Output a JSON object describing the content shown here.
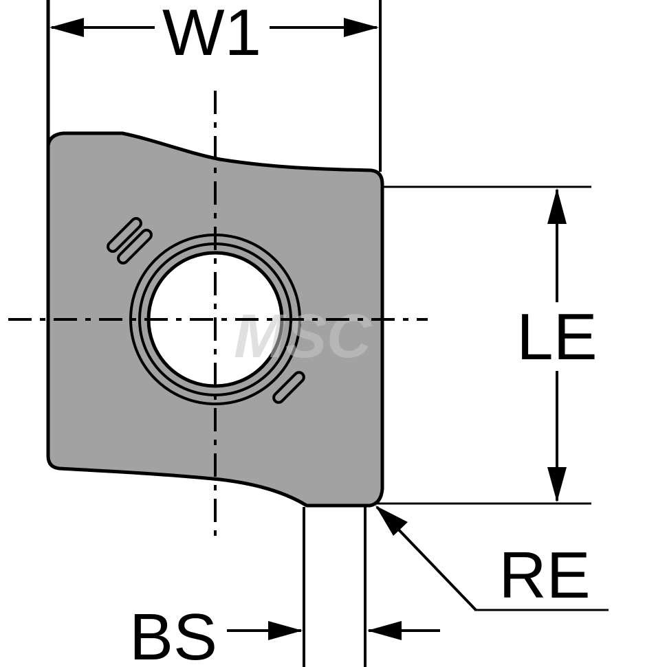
{
  "labels": {
    "w1": "W1",
    "le": "LE",
    "re": "RE",
    "bs": "BS"
  },
  "watermark": "MSC",
  "colors": {
    "insert_fill": "#a2a2a2",
    "line": "#000000",
    "hole": "#ffffff",
    "background": "#ffffff",
    "watermark": "#c8c8c8"
  }
}
